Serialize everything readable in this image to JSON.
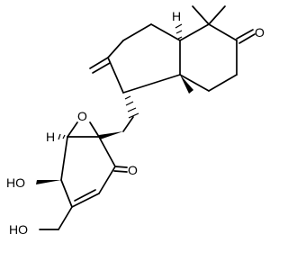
{
  "molecule": {
    "atoms": {
      "ketone_oxygen_top": "O",
      "epoxide_oxygen": "O",
      "enone_oxygen": "O",
      "hydroxyl_left": "HO",
      "hydroxymethyl": "HO",
      "stereo_h_top": "H",
      "stereo_h_epoxide": "H"
    },
    "colors": {
      "bond": "#000000",
      "text": "#000000",
      "background": "#ffffff"
    }
  }
}
